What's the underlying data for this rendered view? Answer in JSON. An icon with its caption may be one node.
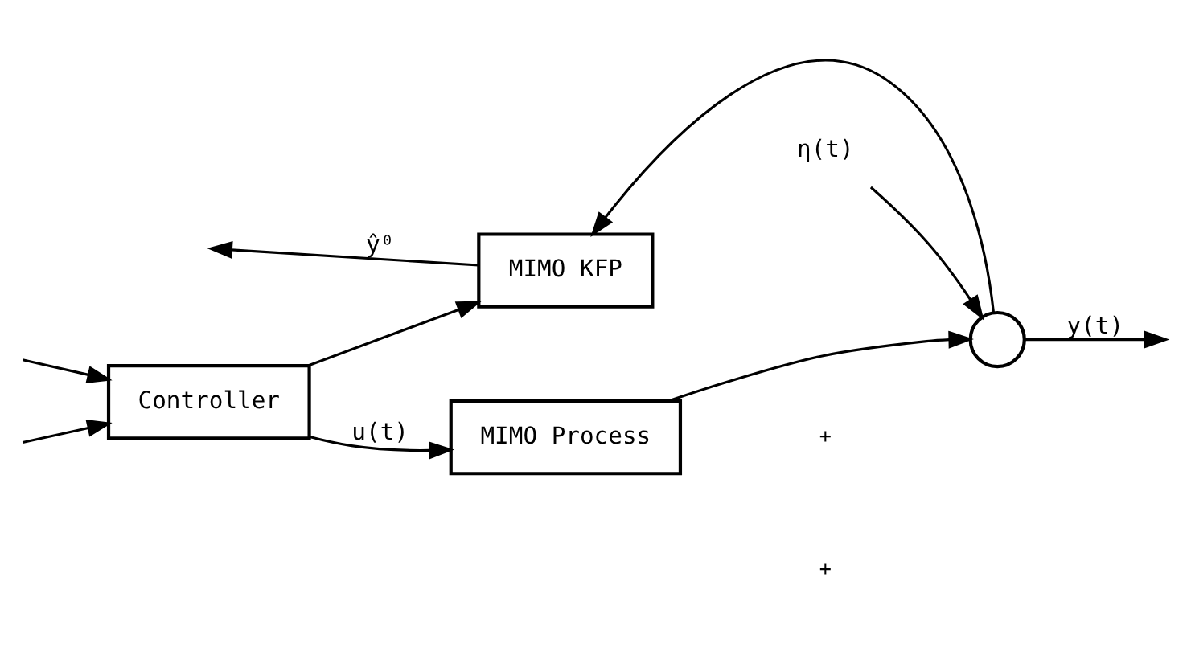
{
  "diagram": {
    "nodes": [
      {
        "text": [
          "Controller"
        ]
      },
      {
        "text": [
          "MIMO Process"
        ]
      },
      {
        "text": [],
        "shape": "circle"
      },
      {
        "text": [
          "η(t)"
        ]
      },
      {
        "text": [
          "MIMO KFP"
        ]
      }
    ],
    "edges": [
      {
        "from": null,
        "to": 0,
        "arrow": "to"
      },
      {
        "from": null,
        "to": 0,
        "arrow": "to"
      },
      {
        "from": 0,
        "to": 1,
        "arrow": "to",
        "label": "u(t)"
      },
      {
        "from": 0,
        "to": 4,
        "arrow": "to"
      },
      {
        "from": 1,
        "to": 2,
        "arrow": "to"
      },
      {
        "from": 3,
        "to": 2,
        "arrow": "to"
      },
      {
        "from": 2,
        "to": null,
        "arrow": "to",
        "label": "y(t)"
      },
      {
        "from": 2,
        "to": 4,
        "arrow": "to"
      },
      {
        "from": 4,
        "to": null,
        "arrow": "to",
        "label": "ŷ⁰"
      }
    ],
    "labels": [
      "+",
      "+"
    ]
  }
}
